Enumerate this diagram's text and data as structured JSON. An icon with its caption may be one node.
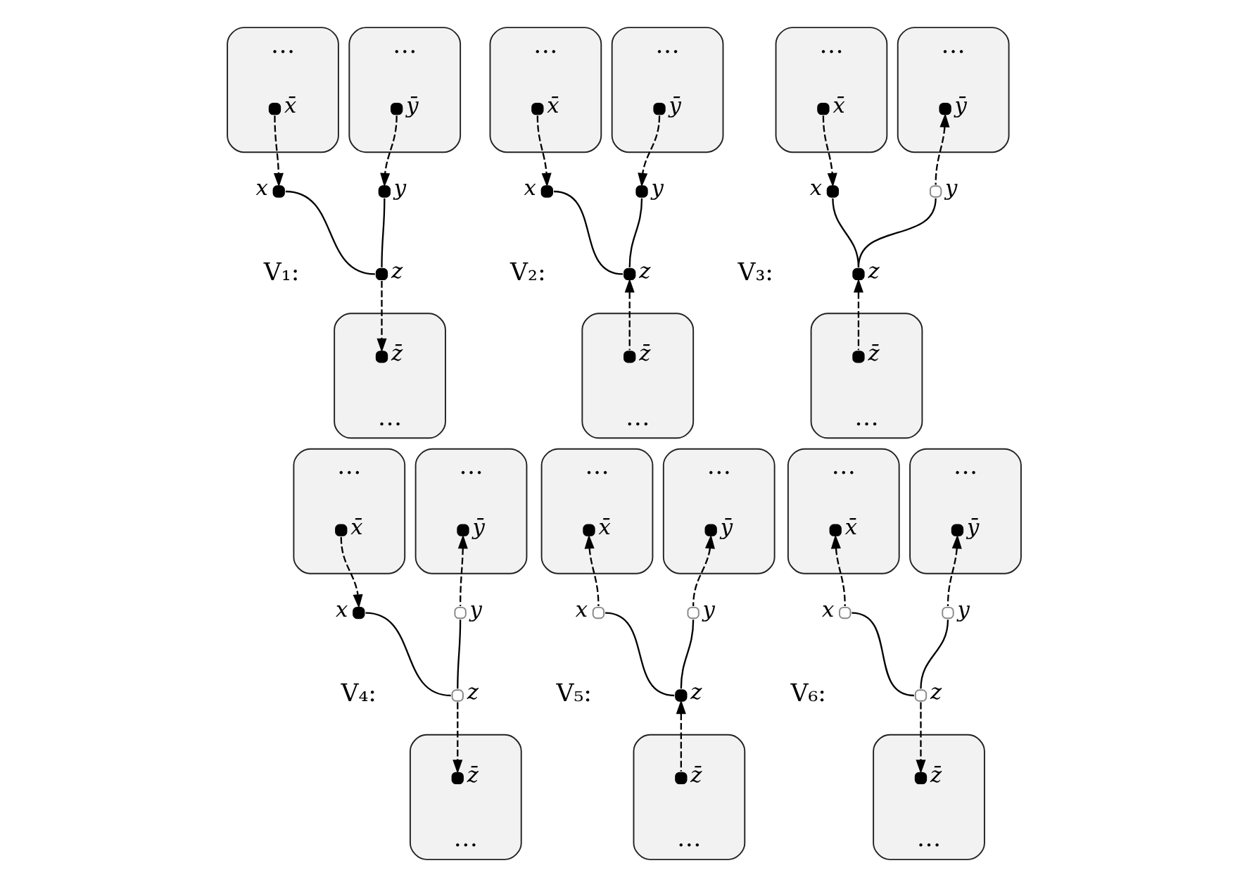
{
  "diagram": {
    "nodes": [
      {
        "text": [
          "…"
        ]
      },
      {
        "text": [],
        "shape": "dot",
        "beside": [
          "x̄"
        ],
        "in": 0
      },
      {
        "text": [
          "…"
        ]
      },
      {
        "text": [],
        "shape": "dot",
        "beside": [
          "ȳ"
        ],
        "in": 2
      },
      {
        "text": [],
        "shape": "dot",
        "beside": [
          "x"
        ]
      },
      {
        "text": [],
        "shape": "dot",
        "beside": [
          "y"
        ]
      },
      {
        "text": [],
        "shape": "dot",
        "beside": [
          "z"
        ]
      },
      {
        "text": [
          "…"
        ]
      },
      {
        "text": [],
        "shape": "dot",
        "beside": [
          "z̄"
        ],
        "in": 7
      },
      {
        "text": [
          "…"
        ]
      },
      {
        "text": [],
        "shape": "dot",
        "beside": [
          "x̄"
        ],
        "in": 9
      },
      {
        "text": [
          "…"
        ]
      },
      {
        "text": [],
        "shape": "dot",
        "beside": [
          "ȳ"
        ],
        "in": 11
      },
      {
        "text": [],
        "shape": "dot",
        "beside": [
          "x"
        ]
      },
      {
        "text": [],
        "shape": "dot",
        "beside": [
          "y"
        ]
      },
      {
        "text": [],
        "shape": "dot",
        "beside": [
          "z"
        ]
      },
      {
        "text": [
          "…"
        ]
      },
      {
        "text": [],
        "shape": "dot",
        "beside": [
          "z̄"
        ],
        "in": 16
      },
      {
        "text": [
          "…"
        ]
      },
      {
        "text": [],
        "shape": "dot",
        "beside": [
          "x̄"
        ],
        "in": 18
      },
      {
        "text": [
          "…"
        ]
      },
      {
        "text": [],
        "shape": "dot",
        "beside": [
          "ȳ"
        ],
        "in": 20
      },
      {
        "text": [],
        "shape": "dot",
        "beside": [
          "x"
        ]
      },
      {
        "text": [],
        "shape": "circle",
        "beside": [
          "y"
        ]
      },
      {
        "text": [],
        "shape": "dot",
        "beside": [
          "z"
        ]
      },
      {
        "text": [
          "…"
        ]
      },
      {
        "text": [],
        "shape": "dot",
        "beside": [
          "z̄"
        ],
        "in": 25
      },
      {
        "text": [
          "…"
        ]
      },
      {
        "text": [],
        "shape": "dot",
        "beside": [
          "x̄"
        ],
        "in": 27
      },
      {
        "text": [
          "…"
        ]
      },
      {
        "text": [],
        "shape": "dot",
        "beside": [
          "ȳ"
        ],
        "in": 29
      },
      {
        "text": [],
        "shape": "dot",
        "beside": [
          "x"
        ]
      },
      {
        "text": [],
        "shape": "circle",
        "beside": [
          "y"
        ]
      },
      {
        "text": [],
        "shape": "circle",
        "beside": [
          "z"
        ]
      },
      {
        "text": [
          "…"
        ]
      },
      {
        "text": [],
        "shape": "dot",
        "beside": [
          "z̄"
        ],
        "in": 34
      },
      {
        "text": [
          "…"
        ]
      },
      {
        "text": [],
        "shape": "dot",
        "beside": [
          "x̄"
        ],
        "in": 36
      },
      {
        "text": [
          "…"
        ]
      },
      {
        "text": [],
        "shape": "dot",
        "beside": [
          "ȳ"
        ],
        "in": 38
      },
      {
        "text": [],
        "shape": "circle",
        "beside": [
          "x"
        ]
      },
      {
        "text": [],
        "shape": "circle",
        "beside": [
          "y"
        ]
      },
      {
        "text": [],
        "shape": "dot",
        "beside": [
          "z"
        ]
      },
      {
        "text": [
          "…"
        ]
      },
      {
        "text": [],
        "shape": "dot",
        "beside": [
          "z̄"
        ],
        "in": 43
      },
      {
        "text": [
          "…"
        ]
      },
      {
        "text": [],
        "shape": "dot",
        "beside": [
          "x̄"
        ],
        "in": 45
      },
      {
        "text": [
          "…"
        ]
      },
      {
        "text": [],
        "shape": "dot",
        "beside": [
          "ȳ"
        ],
        "in": 47
      },
      {
        "text": [],
        "shape": "circle",
        "beside": [
          "x"
        ]
      },
      {
        "text": [],
        "shape": "circle",
        "beside": [
          "y"
        ]
      },
      {
        "text": [],
        "shape": "circle",
        "beside": [
          "z"
        ]
      },
      {
        "text": [
          "…"
        ]
      },
      {
        "text": [],
        "shape": "dot",
        "beside": [
          "z̄"
        ],
        "in": 52
      }
    ],
    "edges": [
      {
        "from": 1,
        "to": 4,
        "arrow": "to",
        "style": "dashed"
      },
      {
        "from": 3,
        "to": 5,
        "arrow": "to",
        "style": "dashed"
      },
      {
        "from": 4,
        "to": 6,
        "arrow": "none"
      },
      {
        "from": 5,
        "to": 6,
        "arrow": "none"
      },
      {
        "from": 6,
        "to": 8,
        "arrow": "to",
        "style": "dashed"
      },
      {
        "from": 10,
        "to": 13,
        "arrow": "to",
        "style": "dashed"
      },
      {
        "from": 12,
        "to": 14,
        "arrow": "to",
        "style": "dashed"
      },
      {
        "from": 13,
        "to": 15,
        "arrow": "none"
      },
      {
        "from": 14,
        "to": 15,
        "arrow": "none"
      },
      {
        "from": 17,
        "to": 15,
        "arrow": "to",
        "style": "dashed"
      },
      {
        "from": 19,
        "to": 22,
        "arrow": "to",
        "style": "dashed"
      },
      {
        "from": 23,
        "to": 21,
        "arrow": "to",
        "style": "dashed"
      },
      {
        "from": 22,
        "to": 24,
        "arrow": "none"
      },
      {
        "from": 23,
        "to": 24,
        "arrow": "none"
      },
      {
        "from": 26,
        "to": 24,
        "arrow": "to",
        "style": "dashed"
      },
      {
        "from": 28,
        "to": 31,
        "arrow": "to",
        "style": "dashed"
      },
      {
        "from": 32,
        "to": 30,
        "arrow": "to",
        "style": "dashed"
      },
      {
        "from": 31,
        "to": 33,
        "arrow": "none"
      },
      {
        "from": 32,
        "to": 33,
        "arrow": "none"
      },
      {
        "from": 33,
        "to": 35,
        "arrow": "to",
        "style": "dashed"
      },
      {
        "from": 40,
        "to": 37,
        "arrow": "to",
        "style": "dashed"
      },
      {
        "from": 41,
        "to": 39,
        "arrow": "to",
        "style": "dashed"
      },
      {
        "from": 40,
        "to": 42,
        "arrow": "none"
      },
      {
        "from": 41,
        "to": 42,
        "arrow": "none"
      },
      {
        "from": 44,
        "to": 42,
        "arrow": "to",
        "style": "dashed"
      },
      {
        "from": 49,
        "to": 46,
        "arrow": "to",
        "style": "dashed"
      },
      {
        "from": 50,
        "to": 48,
        "arrow": "to",
        "style": "dashed"
      },
      {
        "from": 49,
        "to": 51,
        "arrow": "none"
      },
      {
        "from": 50,
        "to": 51,
        "arrow": "none"
      },
      {
        "from": 51,
        "to": 53,
        "arrow": "to",
        "style": "dashed"
      }
    ],
    "labels": [
      "V₁:",
      "V₂:",
      "V₃:",
      "V₄:",
      "V₅:",
      "V₆:"
    ]
  }
}
